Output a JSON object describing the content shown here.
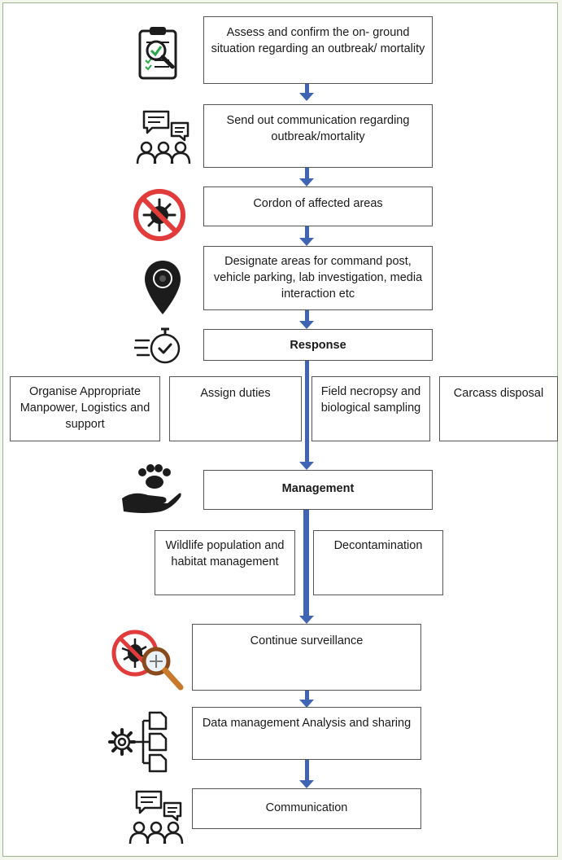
{
  "steps": [
    {
      "text": "Assess and confirm the on- ground situation regarding an outbreak/ mortality",
      "icon": "clipboard-magnifier-icon"
    },
    {
      "text": "Send out communication regarding outbreak/mortality",
      "icon": "people-chat-icon"
    },
    {
      "text": "Cordon of affected areas",
      "icon": "no-virus-icon"
    },
    {
      "text": "Designate areas for command post, vehicle parking, lab investigation, media interaction etc",
      "icon": "location-pin-icon"
    },
    {
      "text": "Response",
      "icon": "fast-stopwatch-icon"
    },
    {
      "text": "Management",
      "icon": "hand-paw-icon"
    },
    {
      "text": "Continue surveillance",
      "icon": "bug-magnifier-icon"
    },
    {
      "text": "Data management Analysis and sharing",
      "icon": "gear-documents-icon"
    },
    {
      "text": "Communication",
      "icon": "people-chat-icon"
    }
  ],
  "response_items": [
    "Organise Appropriate Manpower, Logistics and support",
    "Assign duties",
    "Field necropsy and biological sampling",
    "Carcass disposal"
  ],
  "management_items": [
    "Wildlife population and habitat management",
    "Decontamination"
  ],
  "colors": {
    "arrow": "#3f64b4",
    "border": "#555555",
    "frame": "#9bb58f",
    "background": "#f2f6ec"
  }
}
